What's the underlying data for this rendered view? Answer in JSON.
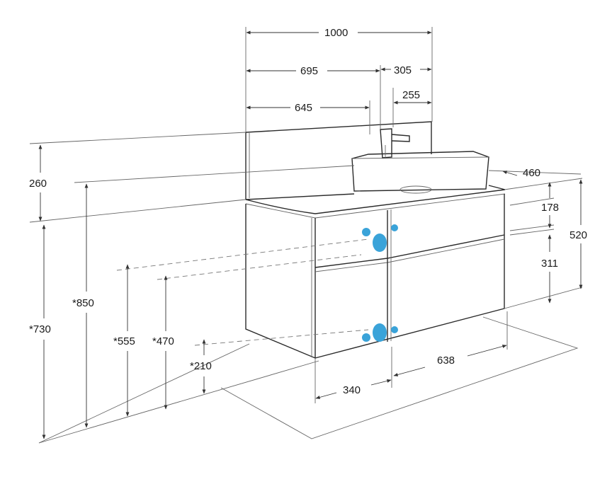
{
  "dimensions": {
    "total_width": "1000",
    "left_width": "695",
    "right_width": "305",
    "left_inner": "645",
    "right_inner": "255",
    "depth": "460",
    "upper_drawer": "178",
    "lower_drawer": "311",
    "cabinet_height": "520",
    "backsplash": "260",
    "h850": "*850",
    "h730": "*730",
    "h555": "*555",
    "h470": "*470",
    "h210": "*210",
    "bottom_left": "340",
    "bottom_right": "638"
  },
  "colors": {
    "outline": "#2a2a2a",
    "mount_point": "#3aa3d9"
  },
  "icons": {
    "faucet": "faucet-icon",
    "mount_points": "mounting-point-icon"
  }
}
